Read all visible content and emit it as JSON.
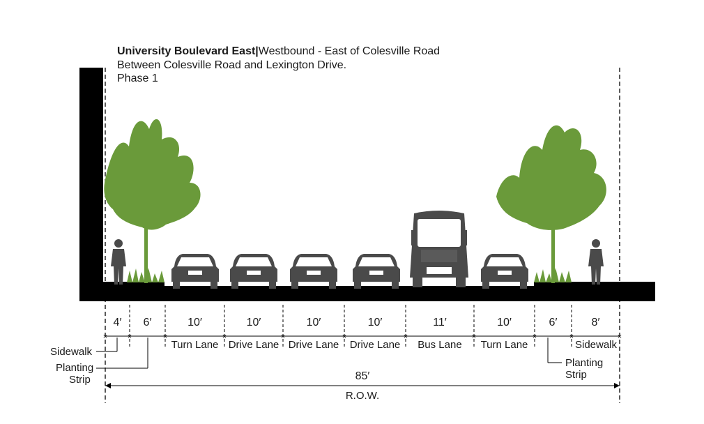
{
  "header": {
    "title_bold": "University Boulevard East",
    "title_rest": "Westbound - East of Colesville Road",
    "line2": "Between Colesville Road and Lexington Drive.",
    "line3": "Phase 1"
  },
  "segments": [
    {
      "width": "4′",
      "label": "Sidewalk"
    },
    {
      "width": "6′",
      "label": "Planting Strip"
    },
    {
      "width": "10′",
      "label": "Turn Lane"
    },
    {
      "width": "10′",
      "label": "Drive Lane"
    },
    {
      "width": "10′",
      "label": "Drive Lane"
    },
    {
      "width": "10′",
      "label": "Drive Lane"
    },
    {
      "width": "11′",
      "label": "Bus Lane"
    },
    {
      "width": "10′",
      "label": "Turn Lane"
    },
    {
      "width": "6′",
      "label": "Planting Strip"
    },
    {
      "width": "8′",
      "label": "Sidewalk"
    }
  ],
  "callouts": {
    "left_sidewalk": "Sidewalk",
    "left_planting_1": "Planting",
    "left_planting_2": "Strip",
    "right_planting_1": "Planting",
    "right_planting_2": "Strip"
  },
  "total": {
    "width": "85′",
    "label": "R.O.W."
  },
  "colors": {
    "tree": "#6a9a3a",
    "vehicle": "#4a4a4a",
    "ground": "#000000"
  }
}
